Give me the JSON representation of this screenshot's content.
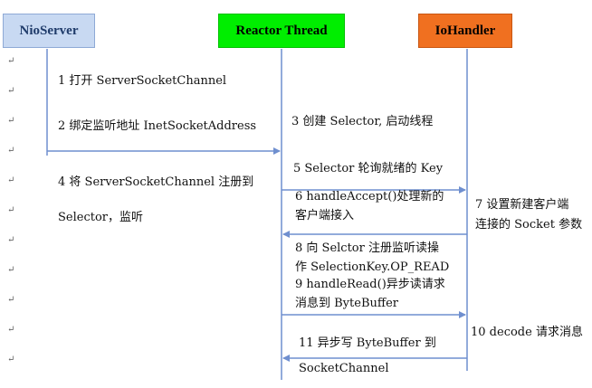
{
  "lanes": {
    "nio": "NioServer",
    "reactor": "Reactor Thread",
    "io": "IoHandler"
  },
  "steps": {
    "s1": "1 打开 ServerSocketChannel",
    "s2": "2 绑定监听地址 InetSocketAddress",
    "s3": "3 创建 Selector, 启动线程",
    "s4a": "4 将 ServerSocketChannel 注册到",
    "s4b": "Selector，监听",
    "s5": "5 Selector 轮询就绪的 Key",
    "s6a": "6 handleAccept()处理新的",
    "s6b": "客户端接入",
    "s7a": "7 设置新建客户端",
    "s7b": "连接的 Socket 参数",
    "s8a": "8 向 Selctor 注册监听读操",
    "s8b": "作 SelectionKey.OP_READ",
    "s9a": "9 handleRead()异步读请求",
    "s9b": "消息到 ByteBuffer",
    "s10": "10 decode 请求消息",
    "s11a": "11 异步写 ByteBuffer 到",
    "s11b": "SocketChannel"
  },
  "paragraph_mark": "↵",
  "colors": {
    "arrow": "#6f8fcf",
    "nio_box": "#c8d9f2",
    "reactor_box": "#00ee00",
    "io_box": "#f07020"
  }
}
